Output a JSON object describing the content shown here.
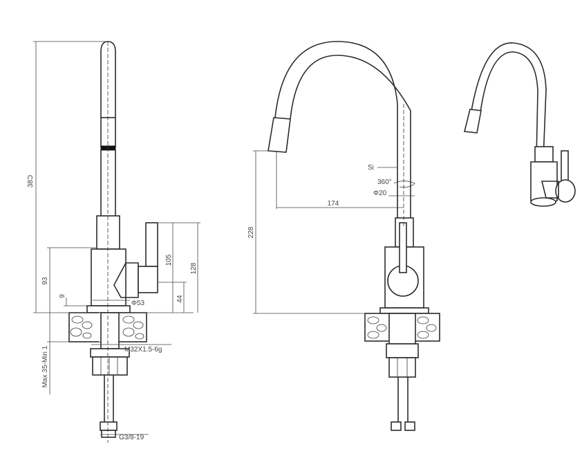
{
  "dimensions": {
    "total_height": "38Ͻ",
    "body_height": "93",
    "base_gap": "9",
    "base_diameter": "Φ53",
    "thread": "M32X1.5-6g",
    "max_mount": "Max 35-Min 1",
    "hose_thread": "G3/8-19",
    "handle_height": "105",
    "overall_right": "128",
    "lower_44": "44",
    "spout_height": "228",
    "reach": "174",
    "si": "Si",
    "rotation": "360°",
    "spout_diameter": "Φ20"
  }
}
